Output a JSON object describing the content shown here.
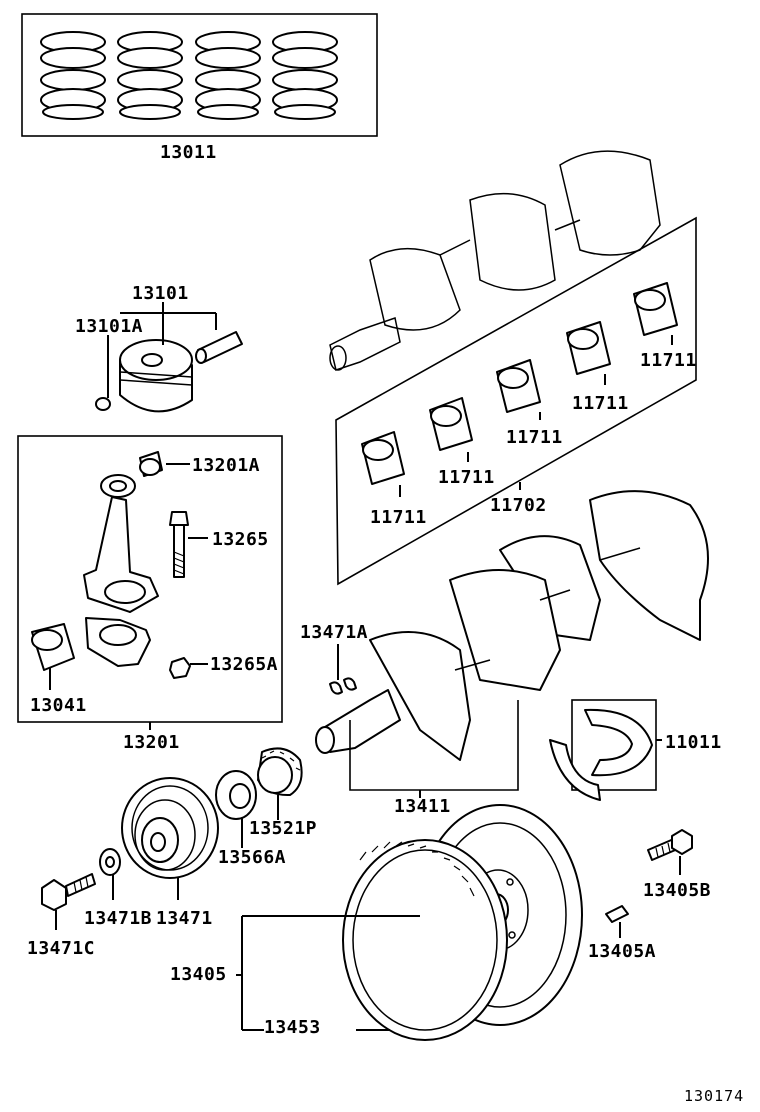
{
  "diagram_id": "130174",
  "labels": {
    "p13011": "13011",
    "p13101": "13101",
    "p13101A": "13101A",
    "p13201A": "13201A",
    "p13265": "13265",
    "p13265A": "13265A",
    "p13041": "13041",
    "p13201": "13201",
    "p11711a": "11711",
    "p11711b": "11711",
    "p11711c": "11711",
    "p11711d": "11711",
    "p11711e": "11711",
    "p11702": "11702",
    "p13471A": "13471A",
    "p11011": "11011",
    "p13411": "13411",
    "p13521P": "13521P",
    "p13566A": "13566A",
    "p13471B": "13471B",
    "p13471": "13471",
    "p13471C": "13471C",
    "p13405B": "13405B",
    "p13405A": "13405A",
    "p13405": "13405",
    "p13453": "13453"
  }
}
